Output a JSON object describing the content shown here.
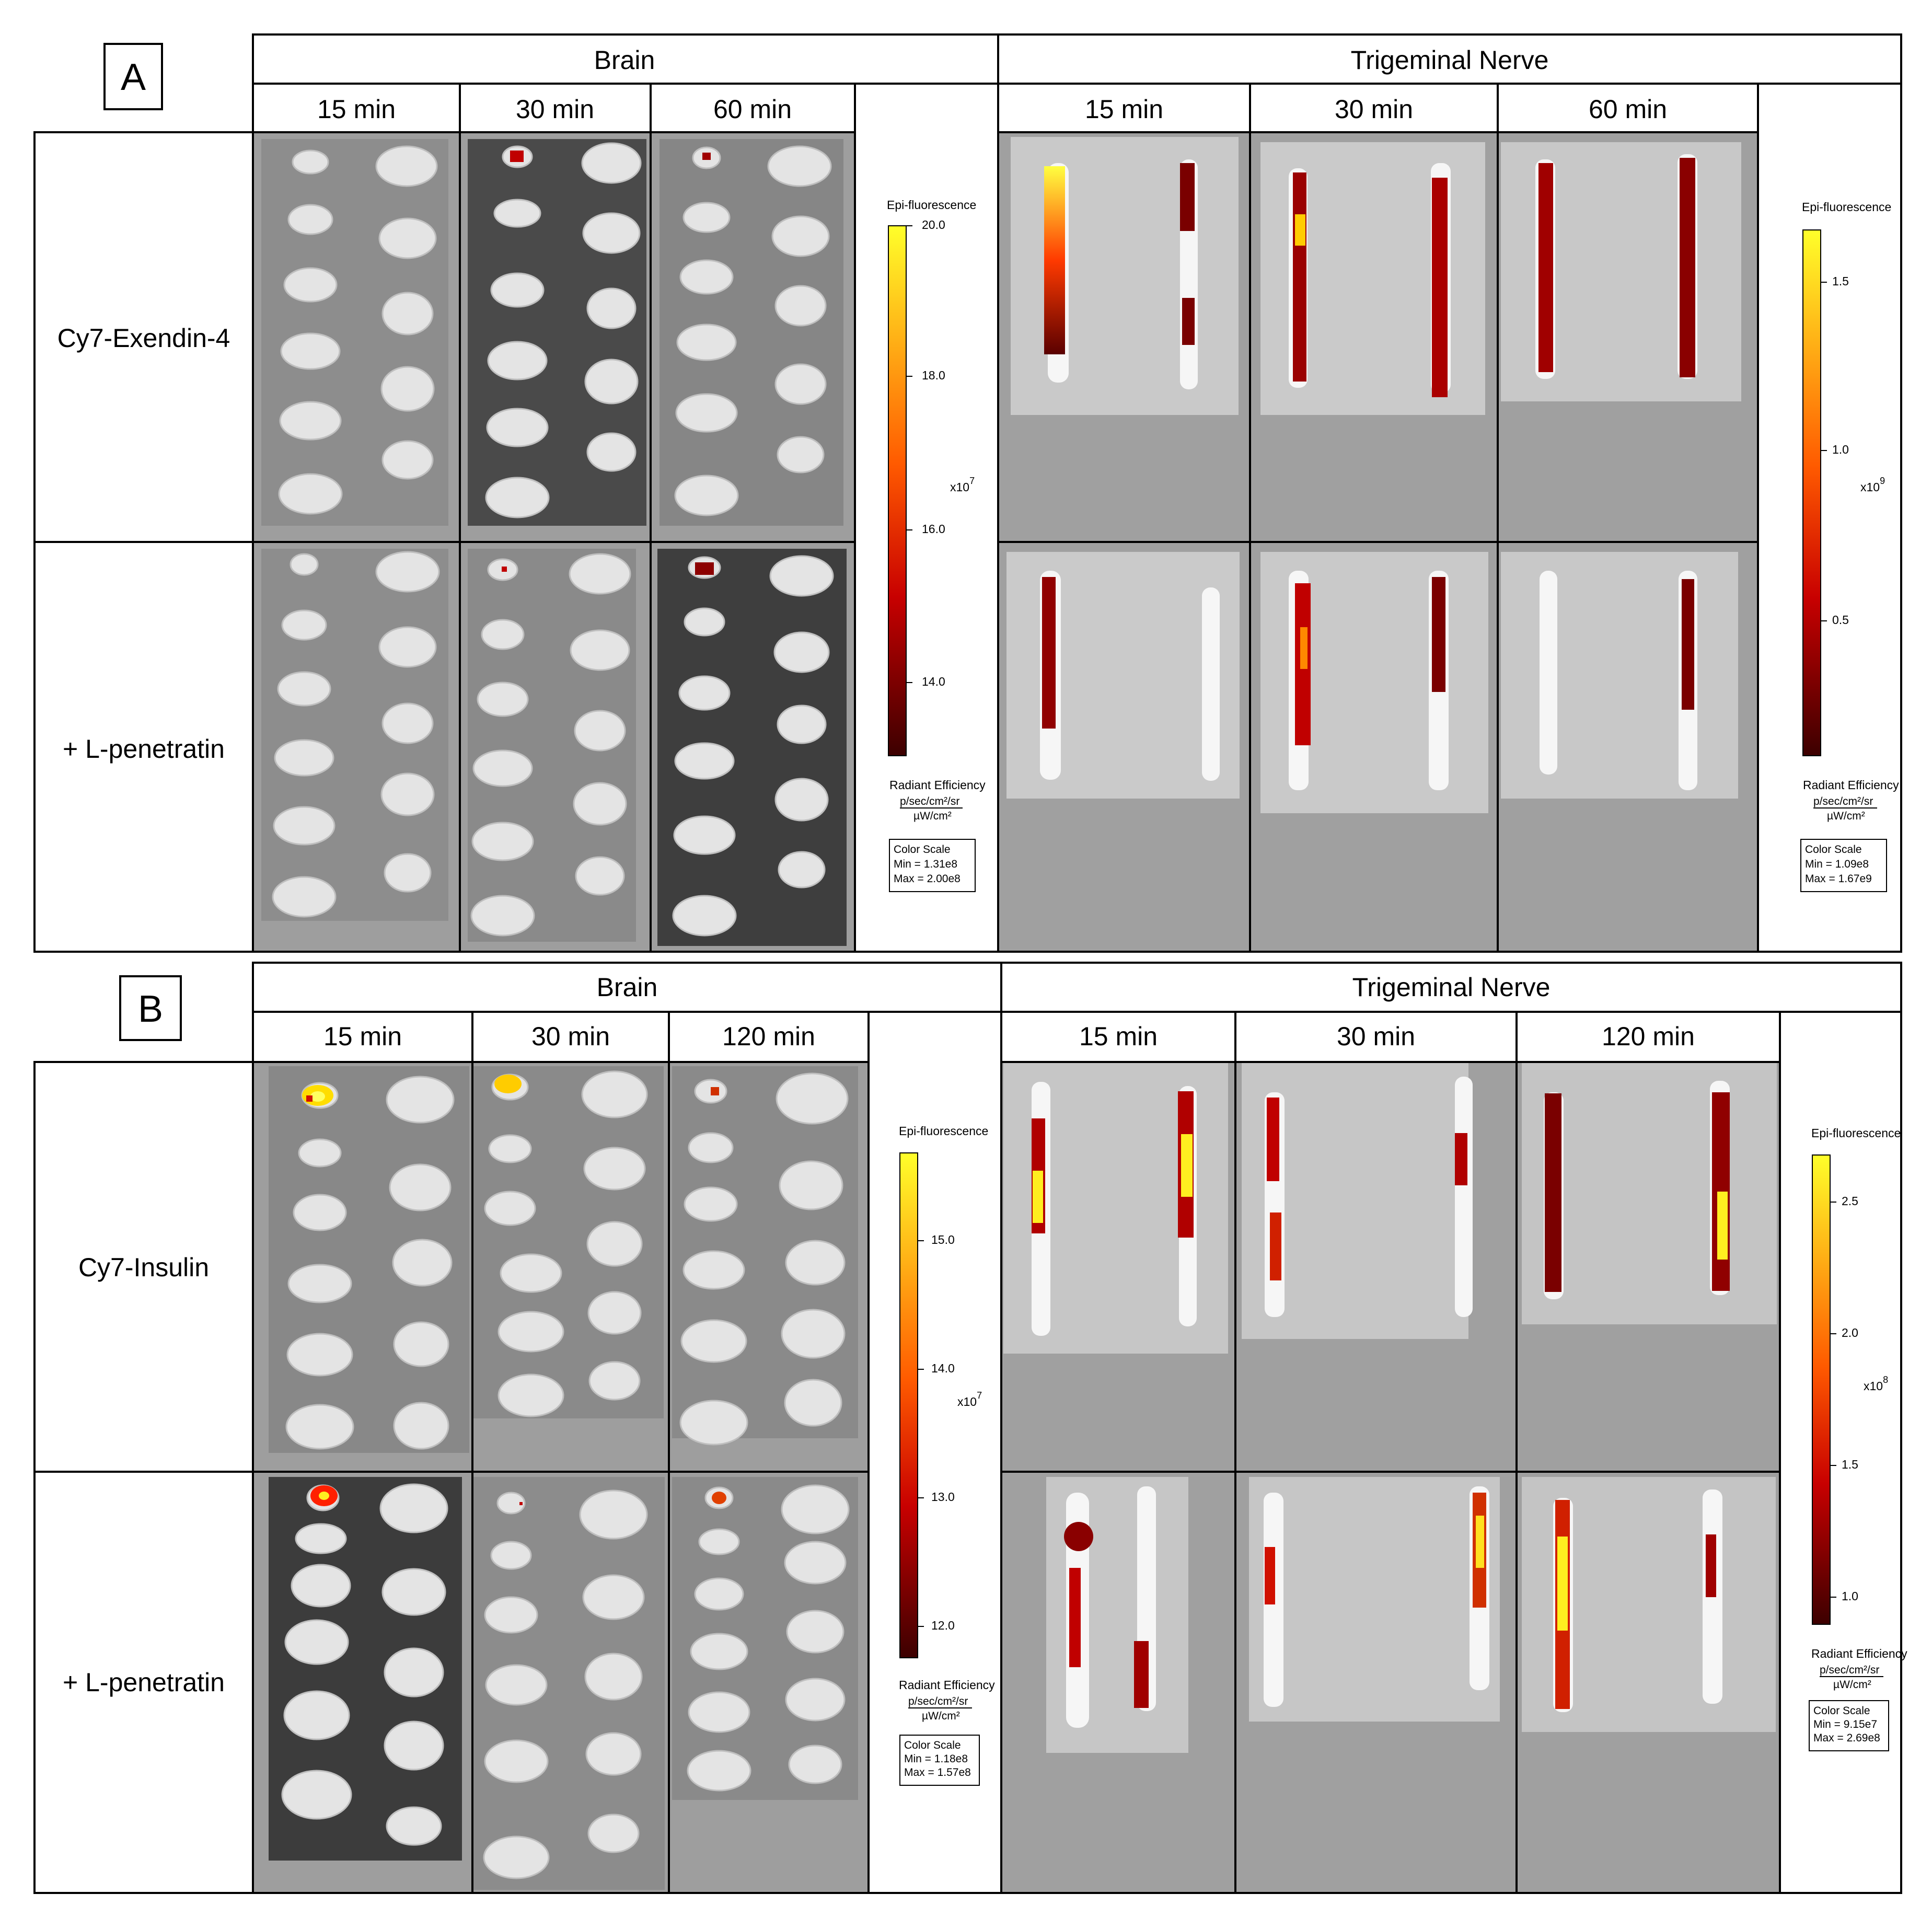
{
  "panels": [
    {
      "label": "A",
      "brain_header": "Brain",
      "nerve_header": "Trigeminal Nerve",
      "brain_times": [
        "15 min",
        "30 min",
        "60 min"
      ],
      "nerve_times": [
        "15 min",
        "30 min",
        "60 min"
      ],
      "rows": [
        "Cy7-Exendin-4",
        "+ L-penetratin"
      ],
      "brain_scale": {
        "title": "Epi-fluorescence",
        "ticks": [
          "20.0",
          "18.0",
          "16.0",
          "14.0"
        ],
        "multiplier": "x10",
        "exponent": "7",
        "unit_label": "Radiant Efficiency",
        "unit_num": "p/sec/cm²/sr",
        "unit_den": "µW/cm²",
        "box_title": "Color Scale",
        "box_min": "Min = 1.31e8",
        "box_max": "Max = 2.00e8"
      },
      "nerve_scale": {
        "title": "Epi-fluorescence",
        "ticks": [
          "1.5",
          "1.0",
          "0.5"
        ],
        "multiplier": "x10",
        "exponent": "9",
        "unit_label": "Radiant Efficiency",
        "unit_num": "p/sec/cm²/sr",
        "unit_den": "µW/cm²",
        "box_title": "Color Scale",
        "box_min": "Min = 1.09e8",
        "box_max": "Max = 1.67e9"
      }
    },
    {
      "label": "B",
      "brain_header": "Brain",
      "nerve_header": "Trigeminal Nerve",
      "brain_times": [
        "15 min",
        "30 min",
        "120 min"
      ],
      "nerve_times": [
        "15 min",
        "30 min",
        "120 min"
      ],
      "rows": [
        "Cy7-Insulin",
        "+ L-penetratin"
      ],
      "brain_scale": {
        "title": "Epi-fluorescence",
        "ticks": [
          "15.0",
          "14.0",
          "13.0",
          "12.0"
        ],
        "multiplier": "x10",
        "exponent": "7",
        "unit_label": "Radiant Efficiency",
        "unit_num": "p/sec/cm²/sr",
        "unit_den": "µW/cm²",
        "box_title": "Color Scale",
        "box_min": "Min = 1.18e8",
        "box_max": "Max = 1.57e8"
      },
      "nerve_scale": {
        "title": "Epi-fluorescence",
        "ticks": [
          "2.5",
          "2.0",
          "1.5",
          "1.0"
        ],
        "multiplier": "x10",
        "exponent": "8",
        "unit_label": "Radiant Efficiency",
        "unit_num": "p/sec/cm²/sr",
        "unit_den": "µW/cm²",
        "box_title": "Color Scale",
        "box_min": "Min = 9.15e7",
        "box_max": "Max = 2.69e8"
      }
    }
  ],
  "colors": {
    "scale_top": "#ffff2a",
    "scale_mid": "#ff2a00",
    "scale_bottom": "#3c0000",
    "grid_line": "#000000",
    "image_bg_light": "#9c9c9c",
    "image_bg_dark": "#474747",
    "tissue": "#e8e8e8"
  }
}
